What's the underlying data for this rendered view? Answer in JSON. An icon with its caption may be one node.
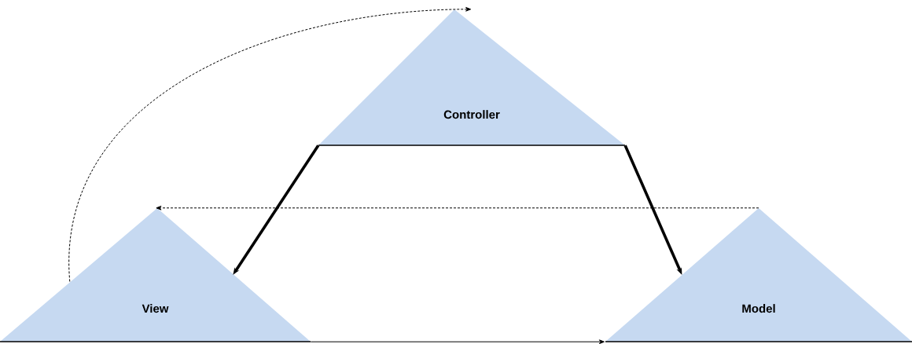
{
  "diagram": {
    "nodes": [
      {
        "text": [
          "Controller"
        ]
      },
      {
        "text": [
          "View"
        ]
      },
      {
        "text": [
          "Model"
        ]
      }
    ],
    "edges": [
      {
        "from": 0,
        "to": 1,
        "arrow": "to",
        "style": "thick"
      },
      {
        "from": 0,
        "to": 2,
        "arrow": "to",
        "style": "thick"
      },
      {
        "from": 2,
        "to": 1,
        "arrow": "to",
        "style": "dashed"
      },
      {
        "from": 1,
        "to": 0,
        "arrow": "to",
        "style": "dashed"
      },
      {
        "from": 1,
        "to": 2,
        "arrow": "to"
      }
    ]
  }
}
